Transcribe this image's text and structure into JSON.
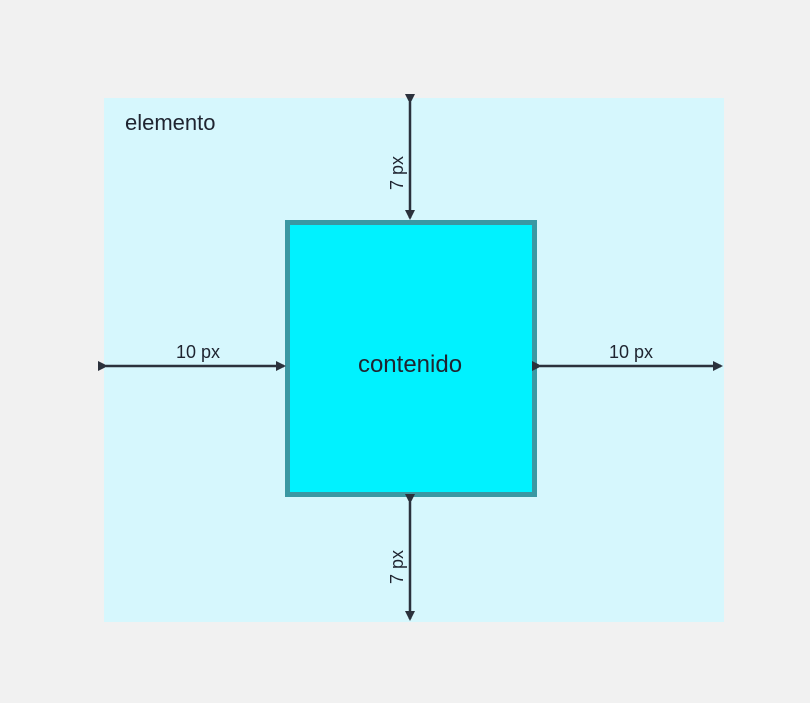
{
  "element": {
    "label": "elemento",
    "background": "#d6f7fd"
  },
  "content": {
    "label": "contenido",
    "fill": "#00f2ff",
    "border": "#3a98a3"
  },
  "margins": {
    "top": "7 px",
    "bottom": "7 px",
    "left": "10 px",
    "right": "10 px"
  },
  "colors": {
    "page_background": "#f1f1f1",
    "arrow": "#2b313c",
    "text": "#1f2430"
  }
}
